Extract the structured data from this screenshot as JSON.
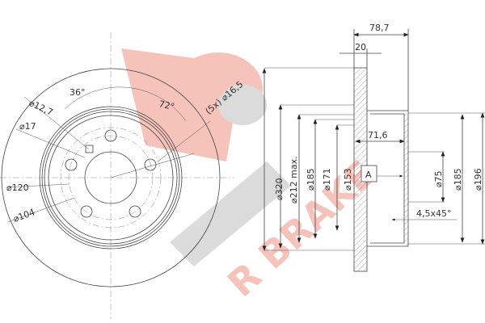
{
  "logo": {
    "text": "R BRAKE",
    "colors": {
      "red": "#e8553f",
      "gray": "#9a9a9a"
    }
  },
  "front_view": {
    "angle_a": "36°",
    "angle_b": "72°",
    "hole_dia": "(5x) ⌀16,5",
    "small_hole_dia": "⌀12,7",
    "d17": "⌀17",
    "pcd_120": "⌀120",
    "d104": "⌀104"
  },
  "section_view": {
    "overall_height": "78,7",
    "thickness": "20",
    "hat_depth": "71,6",
    "d320": "⌀320",
    "d212": "⌀212 max.",
    "d185_left": "⌀185",
    "d171": "⌀171",
    "d153": "⌀153",
    "d75": "⌀75",
    "d185_right": "⌀185",
    "d196": "⌀196",
    "chamfer": "4,5x45°",
    "datum": "A"
  }
}
